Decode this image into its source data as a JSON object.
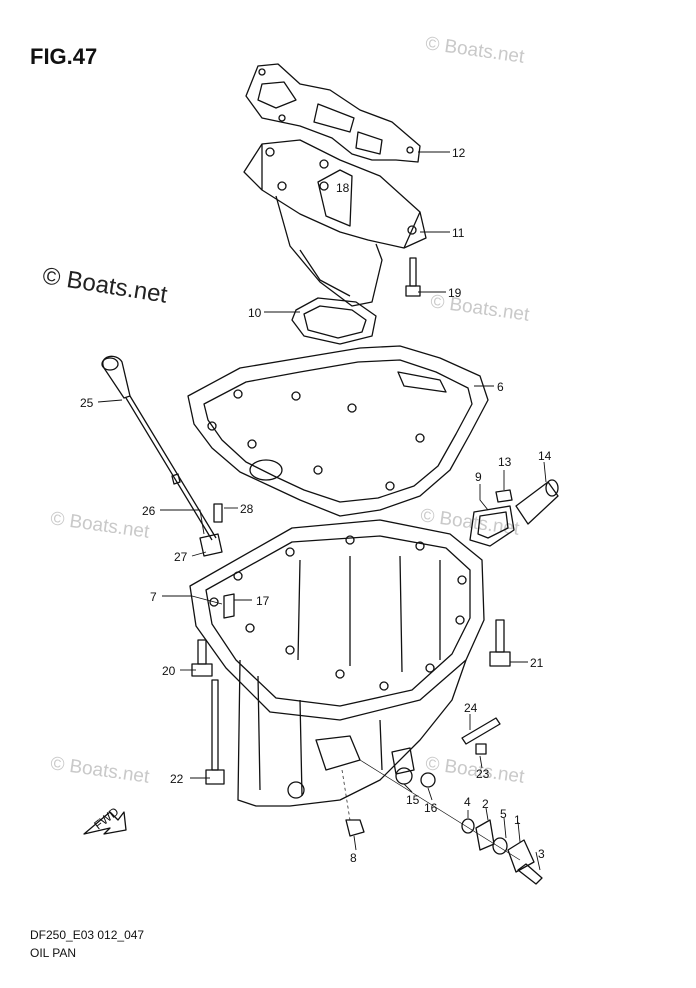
{
  "figure": {
    "title": "FIG.47"
  },
  "watermarks": {
    "main": "© Boats.net",
    "faint": "© Boats.net"
  },
  "footer": {
    "code": "DF250_E03 012_047",
    "name": "OIL PAN"
  },
  "fwd_label": "FWD",
  "callouts": [
    {
      "id": "12",
      "label": "12"
    },
    {
      "id": "18",
      "label": "18"
    },
    {
      "id": "11",
      "label": "11"
    },
    {
      "id": "19",
      "label": "19"
    },
    {
      "id": "10",
      "label": "10"
    },
    {
      "id": "6",
      "label": "6"
    },
    {
      "id": "25",
      "label": "25"
    },
    {
      "id": "9",
      "label": "9"
    },
    {
      "id": "13",
      "label": "13"
    },
    {
      "id": "14",
      "label": "14"
    },
    {
      "id": "26",
      "label": "26"
    },
    {
      "id": "28",
      "label": "28"
    },
    {
      "id": "27",
      "label": "27"
    },
    {
      "id": "7",
      "label": "7"
    },
    {
      "id": "17",
      "label": "17"
    },
    {
      "id": "20",
      "label": "20"
    },
    {
      "id": "21",
      "label": "21"
    },
    {
      "id": "24",
      "label": "24"
    },
    {
      "id": "22",
      "label": "22"
    },
    {
      "id": "23",
      "label": "23"
    },
    {
      "id": "15",
      "label": "15"
    },
    {
      "id": "16",
      "label": "16"
    },
    {
      "id": "4",
      "label": "4"
    },
    {
      "id": "2",
      "label": "2"
    },
    {
      "id": "5",
      "label": "5"
    },
    {
      "id": "1",
      "label": "1"
    },
    {
      "id": "3",
      "label": "3"
    },
    {
      "id": "8",
      "label": "8"
    }
  ]
}
